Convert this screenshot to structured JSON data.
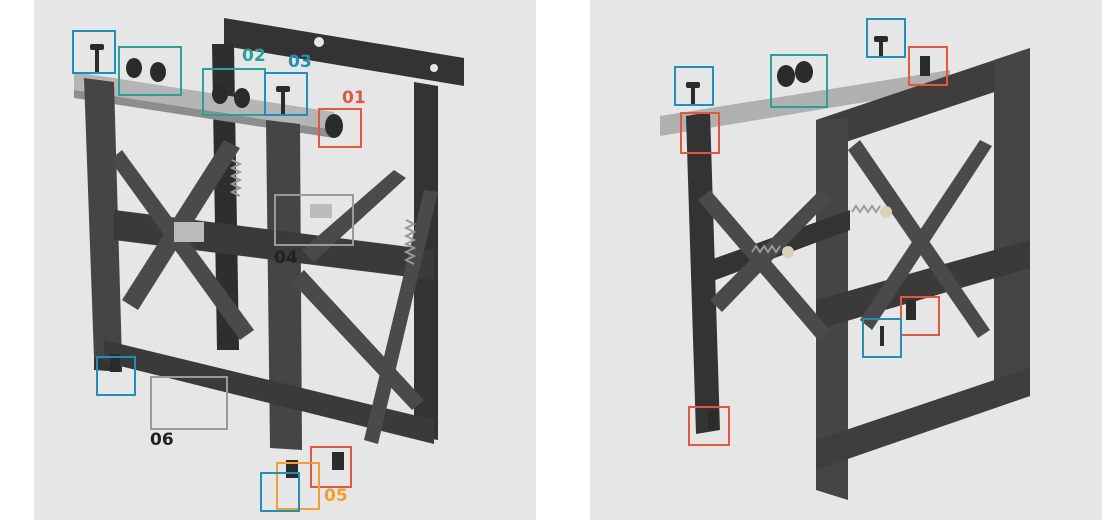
{
  "colors": {
    "background": "#e6e6e6",
    "frame": "#3f3f3f",
    "frame_dark": "#2b2b2b",
    "rail": "#b8b8b8",
    "red": "#e2573f",
    "teal": "#2aa198",
    "blue": "#1f8fb5",
    "gray": "#9a9a9a",
    "orange": "#f0a030",
    "black_label": "#222222"
  },
  "labels": {
    "l01": "01",
    "l02": "02",
    "l03": "03",
    "l04": "04",
    "l05": "05",
    "l06": "06"
  },
  "panels": {
    "left": "front-three-quarter view of video wall mount",
    "right": "rear-three-quarter view of video wall mount"
  }
}
